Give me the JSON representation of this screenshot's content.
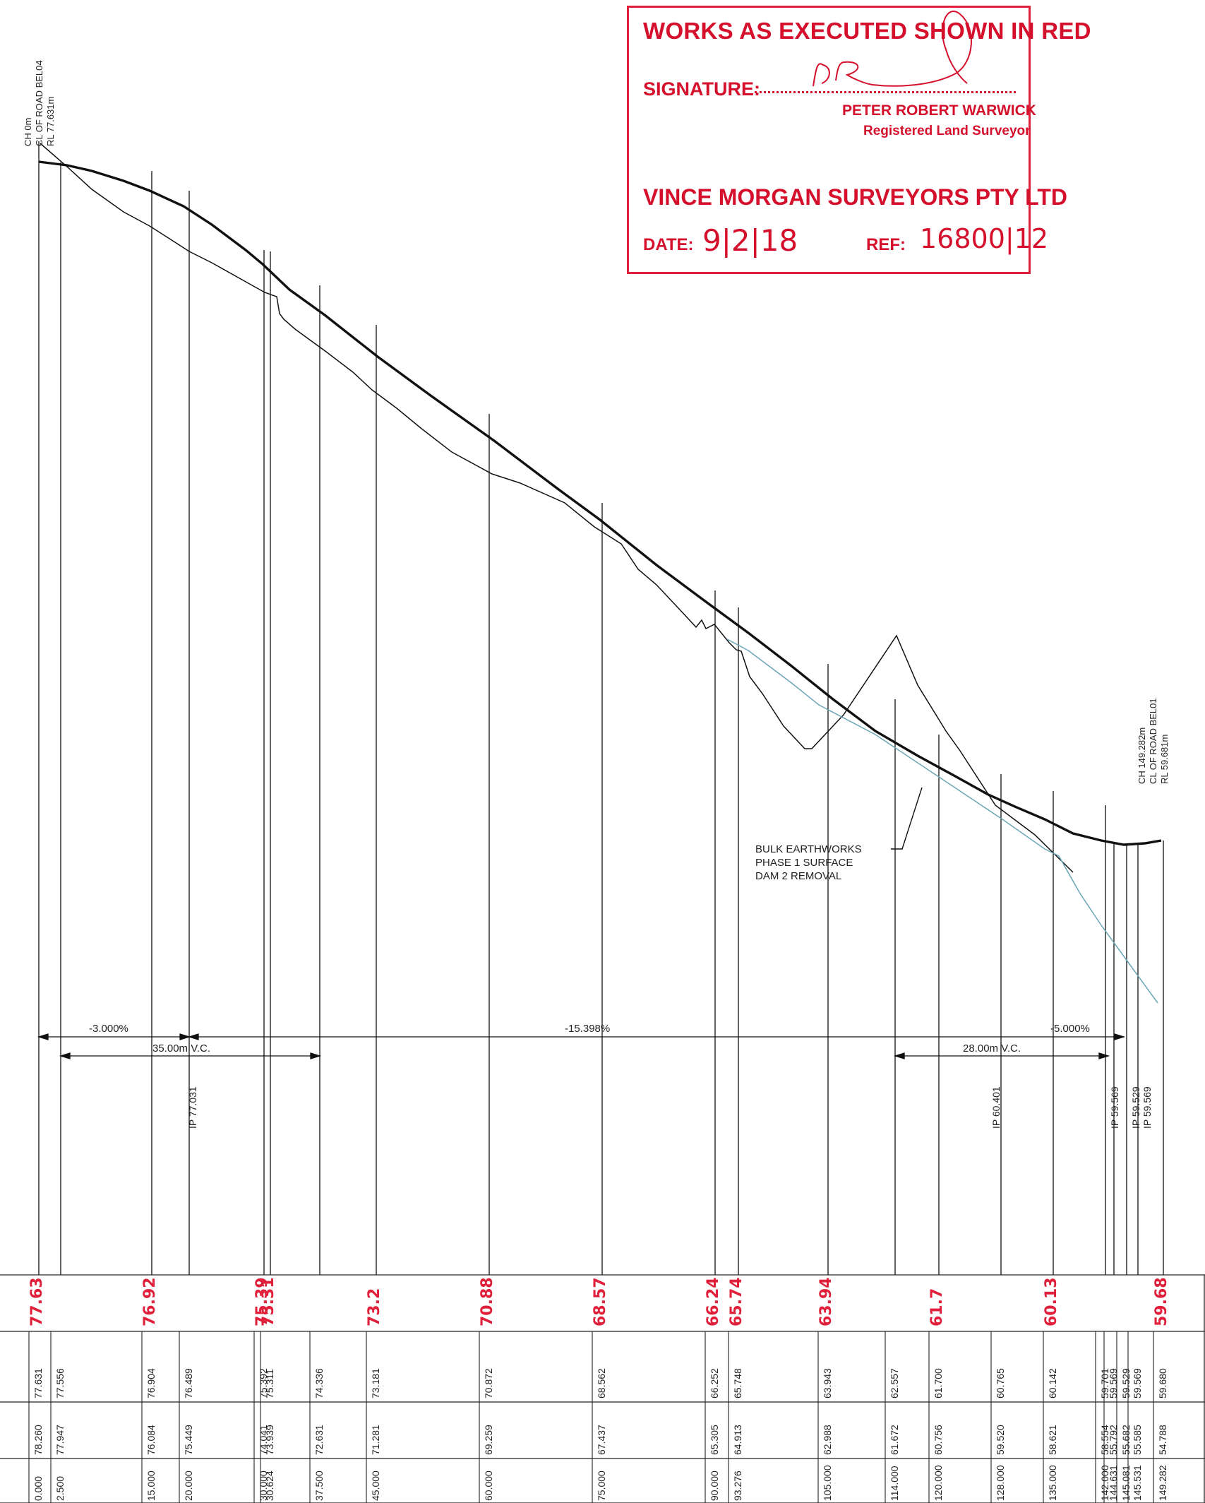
{
  "start_label": [
    "CH 0m",
    "CL OF ROAD BEL04",
    "RL 77.631m"
  ],
  "end_label": [
    "CH 149.282m",
    "CL OF ROAD BEL01",
    "RL 59.681m"
  ],
  "annotation": [
    "BULK EARTHWORKS",
    "PHASE 1 SURFACE",
    "DAM 2 REMOVAL"
  ],
  "grades": [
    {
      "text": "-3.000%"
    },
    {
      "text": "-15.398%"
    },
    {
      "text": "-5.000%"
    }
  ],
  "vertical_curves": [
    {
      "text": "35.00m V.C."
    },
    {
      "text": "28.00m V.C."
    }
  ],
  "ip_labels": [
    "IP 77.031",
    "IP 60.401",
    "IP 59.569",
    "IP 59.529",
    "IP 59.569"
  ],
  "stamp": {
    "heading": "WORKS AS EXECUTED SHOWN IN RED",
    "signature_label": "SIGNATURE:",
    "surveyor_name": "PETER ROBERT WARWICK",
    "surveyor_title": "Registered Land Surveyor",
    "firm": "VINCE MORGAN SURVEYORS PTY LTD",
    "date_label": "DATE:",
    "date_value": "9|2|18",
    "ref_label": "REF:",
    "ref_value": "16800|12"
  },
  "table": {
    "chainage": [
      "0.000",
      "2.500",
      "15.000",
      "20.000",
      "30.000",
      "30.624",
      "37.500",
      "45.000",
      "60.000",
      "75.000",
      "90.000",
      "93.276",
      "105.000",
      "114.000",
      "120.000",
      "128.000",
      "135.000",
      "142.000",
      "144.631",
      "145.081",
      "145.531",
      "149.282"
    ],
    "existing": [
      "78.260",
      "77.947",
      "76.084",
      "75.449",
      "74.041",
      "73.939",
      "72.631",
      "71.281",
      "69.259",
      "67.437",
      "65.305",
      "64.913",
      "62.988",
      "61.672",
      "60.756",
      "59.520",
      "58.621",
      "58.554",
      "55.792",
      "55.682",
      "55.585",
      "54.788"
    ],
    "design": [
      "77.631",
      "77.556",
      "76.904",
      "76.489",
      "75.392",
      "75.311",
      "74.336",
      "73.181",
      "70.872",
      "68.562",
      "66.252",
      "65.748",
      "63.943",
      "62.557",
      "61.700",
      "60.765",
      "60.142",
      "59.701",
      "59.569",
      "59.529",
      "59.569",
      "59.680"
    ],
    "as_executed": [
      {
        "col": 0,
        "text": "77.63"
      },
      {
        "col": 2,
        "text": "76.92"
      },
      {
        "col": 4,
        "text": "75.39"
      },
      {
        "col": 5,
        "text": "75.31"
      },
      {
        "col": 7,
        "text": "73.2"
      },
      {
        "col": 8,
        "text": "70.88"
      },
      {
        "col": 9,
        "text": "68.57"
      },
      {
        "col": 10,
        "text": "66.24"
      },
      {
        "col": 11,
        "text": "65.74"
      },
      {
        "col": 12,
        "text": "63.94"
      },
      {
        "col": 14,
        "text": "61.7"
      },
      {
        "col": 16,
        "text": "60.13"
      },
      {
        "col": 21,
        "text": "59.68"
      }
    ]
  },
  "colors": {
    "linework": "#111111",
    "as_executed_red": "#e0203a",
    "phase1_surface": "#6aa6b8"
  }
}
